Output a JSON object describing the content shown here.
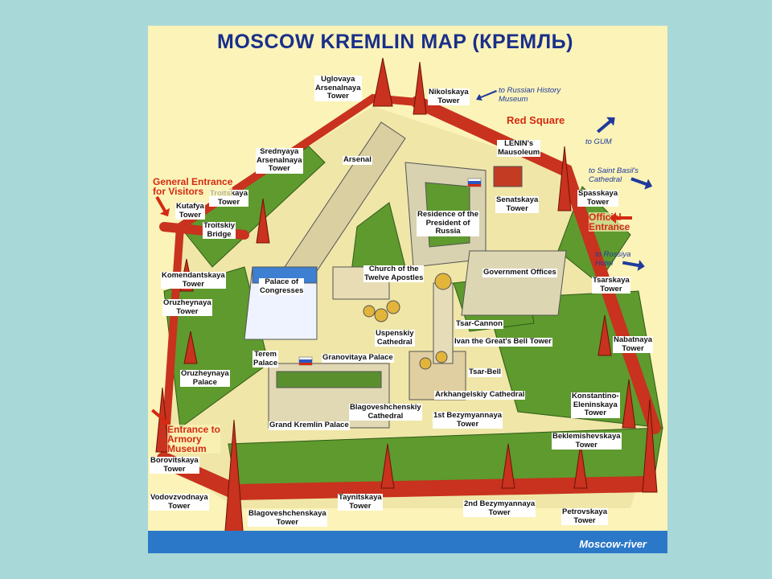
{
  "title": "MOSCOW KREMLIN MAP (КРЕМЛЬ)",
  "colors": {
    "background": "#a9d8d8",
    "map_bg": "#fbf3b8",
    "wall": "#c8321e",
    "trees": "#5e9a2e",
    "label_red": "#d42a12",
    "label_blue": "#1f3a9c",
    "title": "#1a2f8a",
    "river": "#2c78c8"
  },
  "labels": {
    "uglovaya": "Uglovaya\nArsenalnaya\nTower",
    "nikolskaya": "Nikolskaya\nTower",
    "srednyaya": "Srednyaya\nArsenalnaya\nTower",
    "arsenal": "Arsenal",
    "lenins_mausoleum": "LENIN's\nMausoleum",
    "troitskaya": "Troitskaya\nTower",
    "kutafya": "Kutafya\nTower",
    "troitskiy_bridge": "Troitskiy\nBridge",
    "residence": "Residence of the\nPresident of\nRussia",
    "senatskaya": "Senatskaya\nTower",
    "spasskaya": "Spasskaya\nTower",
    "komendantskaya": "Komendantskaya\nTower",
    "palace_of_congresses": "Palace of\nCongresses",
    "church_twelve_apostles": "Church of the\nTwelve Apostles",
    "government_offices": "Government Offices",
    "oruzheynaya_tower": "Oruzheynaya\nTower",
    "tsarskaya": "Tsarskaya\nTower",
    "tsar_cannon": "Tsar-Cannon",
    "uspenskiy": "Uspenskiy\nCathedral",
    "ivan_bell_tower": "Ivan the Great's Bell Tower",
    "nabatnaya": "Nabatnaya\nTower",
    "terem_palace": "Terem\nPalace",
    "granovitaya": "Granovitaya Palace",
    "tsar_bell": "Tsar-Bell",
    "oruzheynaya_palace": "Oruzheynaya\nPalace",
    "arkhangelskiy": "Arkhangelskiy Cathedral",
    "konstantino": "Konstantino-\nEleninskaya\nTower",
    "blagoveshchenskiy_cathedral": "Blagoveshchenskiy\nCathedral",
    "grand_kremlin_palace": "Grand Kremlin Palace",
    "first_bezymyannaya": "1st Bezymyannaya\nTower",
    "beklemishevskaya": "Beklemishevskaya\nTower",
    "borovitskaya": "Borovitskaya\nTower",
    "vodovzvodnaya": "Vodovzvodnaya\nTower",
    "taynitskaya": "Taynitskaya\nTower",
    "second_bezymyannaya": "2nd Bezymyannaya\nTower",
    "petrovskaya": "Petrovskaya\nTower",
    "blagoveshchenskaya_tower": "Blagoveshchenskaya\nTower"
  },
  "red_labels": {
    "red_square": "Red Square",
    "general_entrance": "General Entrance\nfor Visitors",
    "official_entrance": "Official\nEntrance",
    "armory_entrance": "Entrance to\nArmory\nMuseum"
  },
  "directions": {
    "russian_history": "to Russian History\nMuseum",
    "gum": "to GUM",
    "saint_basils": "to Saint Basil's\nCathedral",
    "rossiya": "to Rossiya\nHotel"
  },
  "river": "Moscow-river"
}
